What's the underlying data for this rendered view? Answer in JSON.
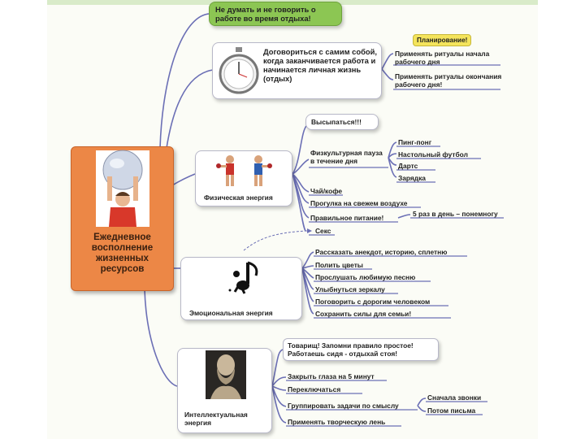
{
  "center": {
    "title": "Ежедневное восполнение жизненных ресурсов"
  },
  "top_note": "Не думать и не говорить о работе во время отдыха!",
  "boundary": {
    "text": "Договориться с самим собой, когда заканчивается работа и начинается личная жизнь (отдых)",
    "tag": "Планирование!",
    "items": [
      "Применять ритуалы начала рабочего дня",
      "Применять ритуалы окончания рабочего дня!"
    ]
  },
  "physical": {
    "title": "Физическая энергия",
    "sleep": "Высыпаться!!!",
    "pause": "Физкультурная пауза в течение дня",
    "pause_items": [
      "Пинг-понг",
      "Настольный футбол",
      "Дартс",
      "Зарядка"
    ],
    "items": [
      "Чай/кофе",
      "Прогулка на свежем воздухе",
      "Правильное питание!"
    ],
    "nutrition_note": "5 раз в день – понемногу",
    "sex": "Секс"
  },
  "emotional": {
    "title": "Эмоциональная энергия",
    "items": [
      "Рассказать анекдот, историю, сплетню",
      "Полить цветы",
      "Прослушать любимую песню",
      "Улыбнуться зеркалу",
      "Поговорить с дорогим человеком",
      "Сохранить силы для семьи!"
    ]
  },
  "intellectual": {
    "title": "Интеллектуальная энергия",
    "motto": "Товарищ! Запомни правило простое! Работаешь сидя - отдыхай стоя!",
    "items": [
      "Закрыть глаза на 5 минут",
      "Переключаться",
      "Группировать задачи по смыслу",
      "Применять творческую лень"
    ],
    "group_items": [
      "Сначала звонки",
      "Потом письма"
    ]
  },
  "colors": {
    "center": "#ec8746",
    "branch": "#6b6fb5",
    "top_note": "#8cc653",
    "tag": "#f4e45c"
  }
}
